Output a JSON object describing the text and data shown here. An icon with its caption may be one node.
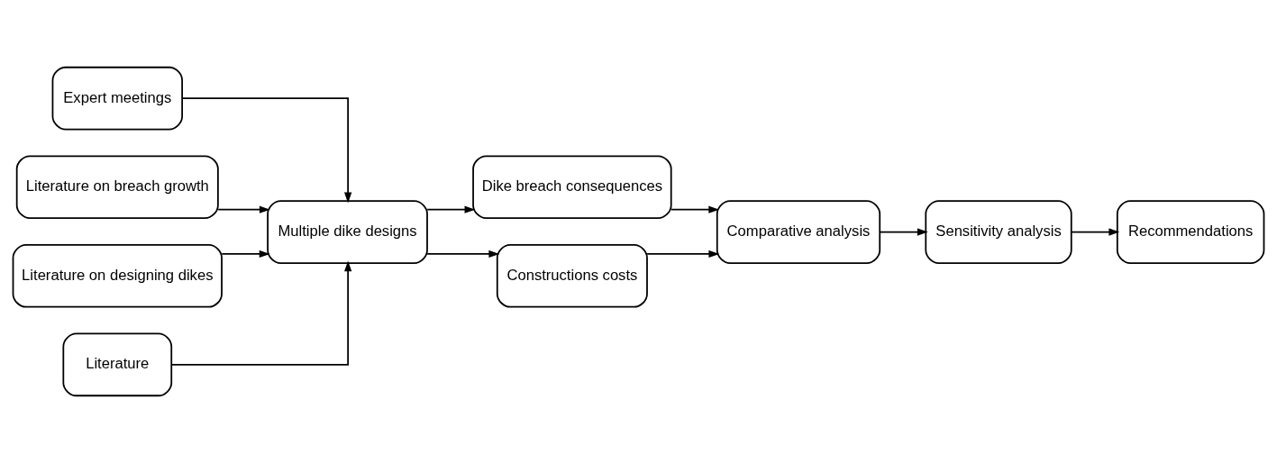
{
  "diagram": {
    "nodes": [
      {
        "text": [
          "Expert meetings"
        ]
      },
      {
        "text": [
          "Literature on breach growth"
        ]
      },
      {
        "text": [
          "Literature on designing dikes"
        ]
      },
      {
        "text": [
          "Literature"
        ]
      },
      {
        "text": [
          "Multiple dike designs"
        ]
      },
      {
        "text": [
          "Dike breach consequences"
        ]
      },
      {
        "text": [
          "Constructions costs"
        ]
      },
      {
        "text": [
          "Comparative analysis"
        ]
      },
      {
        "text": [
          "Sensitivity analysis"
        ]
      },
      {
        "text": [
          "Recommendations"
        ]
      }
    ],
    "edges": [
      {
        "from": 0,
        "to": 4,
        "arrow": "to"
      },
      {
        "from": 1,
        "to": 4,
        "arrow": "to"
      },
      {
        "from": 2,
        "to": 4,
        "arrow": "to"
      },
      {
        "from": 3,
        "to": 4,
        "arrow": "to"
      },
      {
        "from": 4,
        "to": 5,
        "arrow": "to"
      },
      {
        "from": 4,
        "to": 6,
        "arrow": "to"
      },
      {
        "from": 5,
        "to": 7,
        "arrow": "to"
      },
      {
        "from": 6,
        "to": 7,
        "arrow": "to"
      },
      {
        "from": 7,
        "to": 8,
        "arrow": "to"
      },
      {
        "from": 8,
        "to": 9,
        "arrow": "to"
      }
    ]
  }
}
